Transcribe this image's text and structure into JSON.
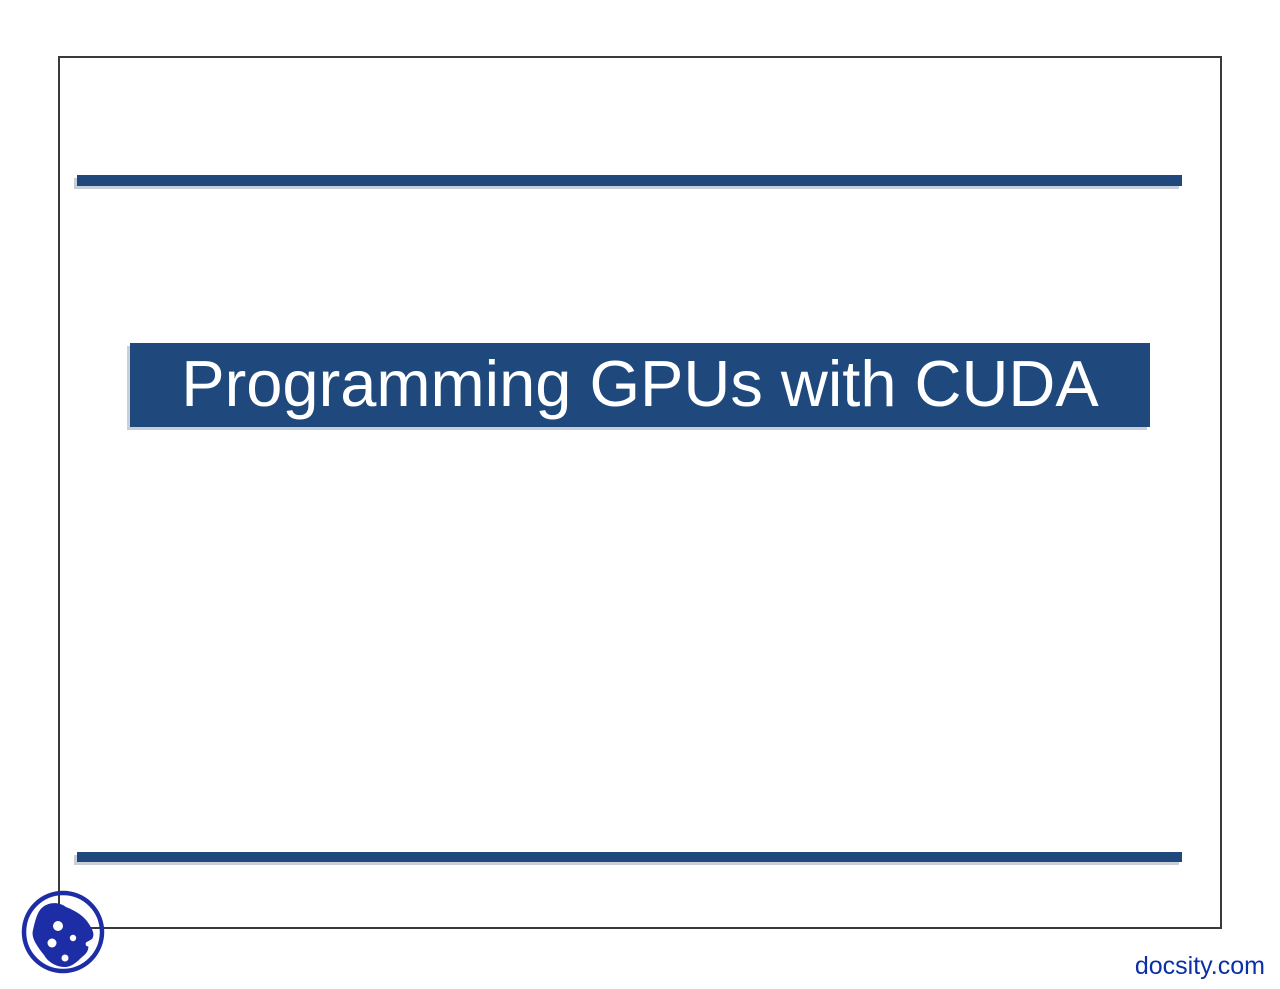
{
  "slide": {
    "title": "Programming GPUs with CUDA"
  },
  "footer": {
    "watermark": "docsity.com"
  },
  "branding": {
    "logo_name": "docsity-logo"
  },
  "colors": {
    "accent_bar": "#1F497D",
    "title_box_bg": "#1F497D",
    "title_text": "#FFFFFF",
    "brand_blue": "#1C2DA5",
    "watermark_blue": "#0B2FA8",
    "frame_border": "#3A3A3A",
    "shadow_silver": "#C8CFD8"
  }
}
